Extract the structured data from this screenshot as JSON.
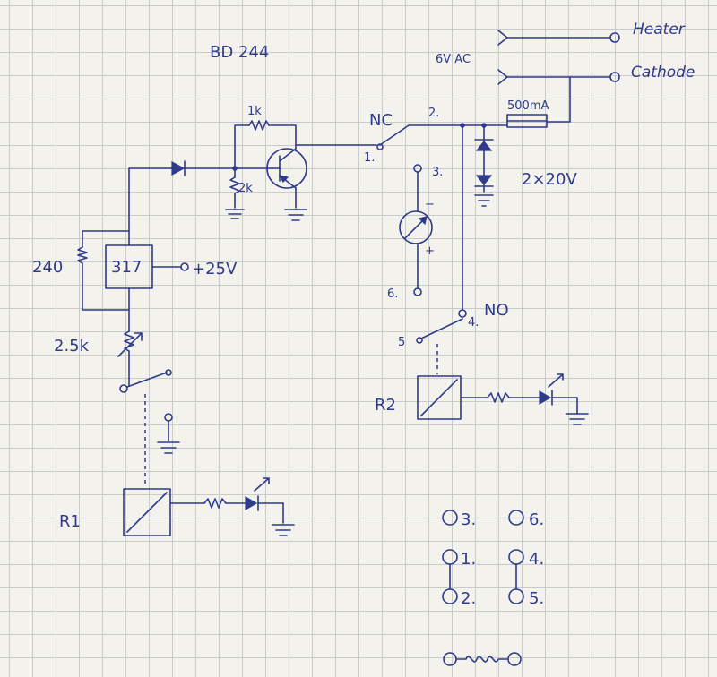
{
  "title": "BD 244",
  "supply": {
    "ac": "6V AC",
    "dc": "+25V"
  },
  "terminals": {
    "heater": "Heater",
    "cathode": "Cathode"
  },
  "components": {
    "r_top": "1k",
    "r_base": "2k",
    "regulator": "317",
    "r_reg": "240",
    "pot": "2.5k",
    "fuse": "500mA",
    "zeners": "2×20V",
    "relay1": "R1",
    "relay2": "R2"
  },
  "contacts": {
    "nc": "NC",
    "no": "NO",
    "p1": "1.",
    "p2": "2.",
    "p3": "3.",
    "p4": "4.",
    "p5": "5",
    "p6": "6."
  },
  "meter": {
    "minus": "−",
    "plus": "+"
  },
  "pinout": {
    "p3": "3.",
    "p6": "6.",
    "p1": "1.",
    "p4": "4.",
    "p2": "2.",
    "p5": "5."
  },
  "ink_color": "#2f3a8a"
}
